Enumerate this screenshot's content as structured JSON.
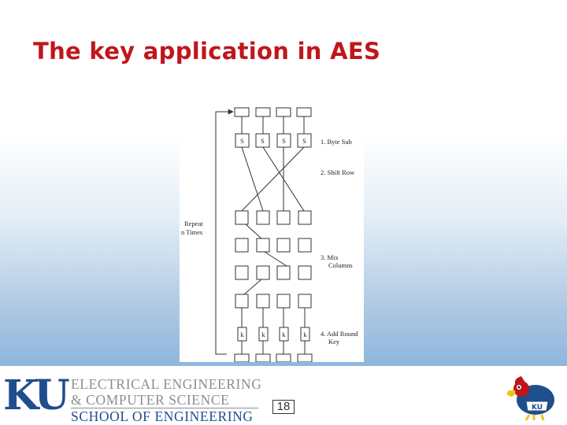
{
  "slide": {
    "title": "The key application in AES"
  },
  "diagram": {
    "repeat_label": [
      "Repeat",
      "n Times"
    ],
    "s_box_label": "S",
    "key_label": "k",
    "steps": [
      {
        "lines": [
          "1. Byte Sub"
        ]
      },
      {
        "lines": [
          "2. Shift Row"
        ]
      },
      {
        "lines": [
          "3. Mix",
          "Columns"
        ]
      },
      {
        "lines": [
          "4. Add Round",
          "Key"
        ]
      }
    ]
  },
  "footer": {
    "logo_text": "KU",
    "dept_line1": "ELECTRICAL ENGINEERING",
    "dept_line2": "& COMPUTER SCIENCE",
    "school": "SCHOOL OF ENGINEERING",
    "page_number": "18"
  },
  "colors": {
    "title": "#c0161b",
    "brand_blue": "#1f4e8c",
    "footer_gray": "#8a8d91"
  }
}
